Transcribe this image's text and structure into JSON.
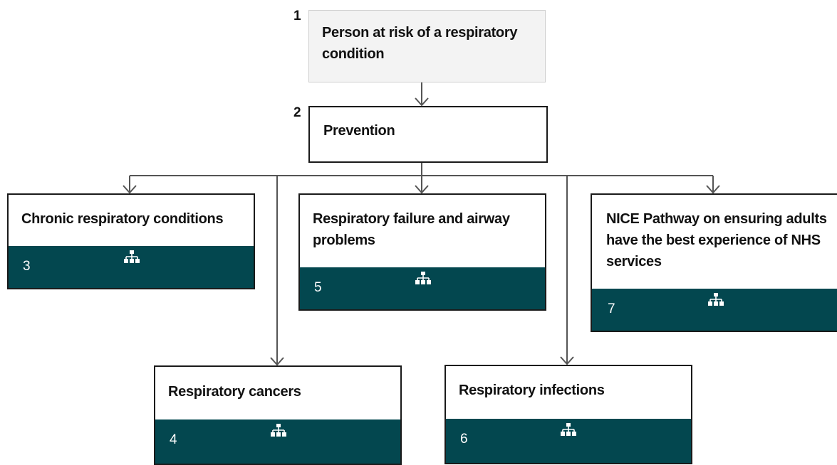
{
  "colors": {
    "footer": "#03474f",
    "start_box_fill": "#f3f3f3",
    "box_border": "#1a1a1a",
    "connector": "#555555"
  },
  "nodes": [
    {
      "id": "start",
      "number": "1",
      "title": "Person at risk of a respiratory condition"
    },
    {
      "id": "prevention",
      "number": "2",
      "title": "Prevention"
    },
    {
      "id": "chronic",
      "number": "3",
      "title": "Chronic respiratory conditions",
      "icon": "pathway-hierarchy-icon"
    },
    {
      "id": "cancers",
      "number": "4",
      "title": "Respiratory cancers",
      "icon": "pathway-hierarchy-icon"
    },
    {
      "id": "failure",
      "number": "5",
      "title": "Respiratory failure and airway problems",
      "icon": "pathway-hierarchy-icon"
    },
    {
      "id": "infections",
      "number": "6",
      "title": "Respiratory infections",
      "icon": "pathway-hierarchy-icon"
    },
    {
      "id": "nhs",
      "number": "7",
      "title": "NICE Pathway on ensuring adults have the best experience of NHS services",
      "icon": "pathway-hierarchy-icon"
    }
  ]
}
